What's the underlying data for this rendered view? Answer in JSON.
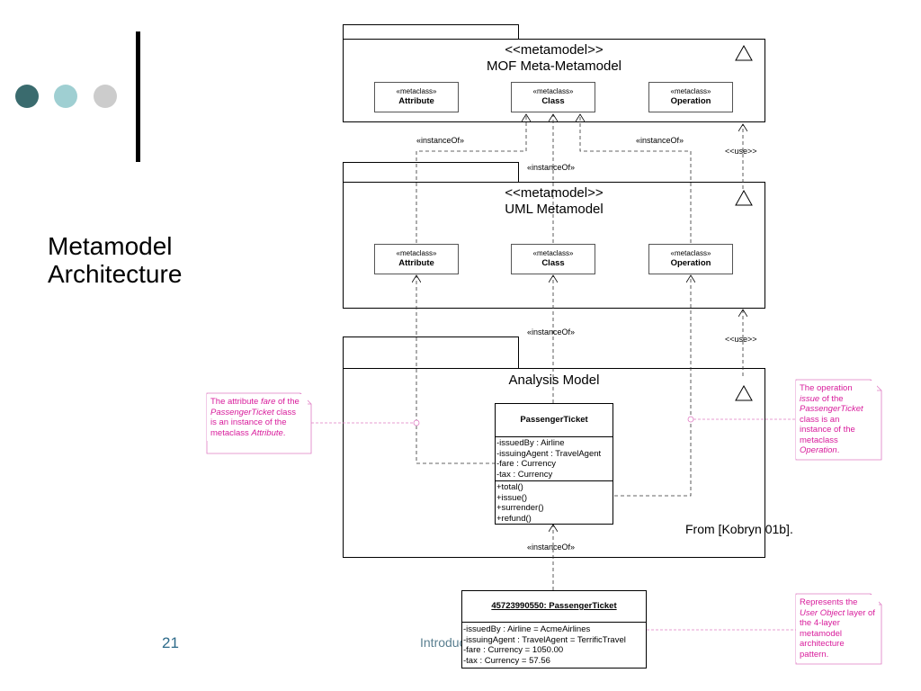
{
  "slide": {
    "title_line1": "Metamodel",
    "title_line2": "Architecture",
    "page_number": "21",
    "footer_text": "Introduc",
    "source_text": "From [Kobryn 01b].",
    "colors": {
      "dot1": "#3a6b6e",
      "dot2": "#9fcfd2",
      "dot3": "#cccccc",
      "note": "#d81b9b"
    }
  },
  "mof": {
    "stereotype": "<<metamodel>>",
    "name": "MOF Meta-Metamodel",
    "classes": [
      {
        "stereotype": "«metaclass»",
        "name": "Attribute"
      },
      {
        "stereotype": "«metaclass»",
        "name": "Class"
      },
      {
        "stereotype": "«metaclass»",
        "name": "Operation"
      }
    ]
  },
  "uml": {
    "stereotype": "<<metamodel>>",
    "name": "UML Metamodel",
    "classes": [
      {
        "stereotype": "«metaclass»",
        "name": "Attribute"
      },
      {
        "stereotype": "«metaclass»",
        "name": "Class"
      },
      {
        "stereotype": "«metaclass»",
        "name": "Operation"
      }
    ]
  },
  "labels": {
    "instance_of": "«instanceOf»",
    "use": "<<use>>"
  },
  "analysis": {
    "name": "Analysis Model",
    "class_name": "PassengerTicket",
    "attributes": [
      "-issuedBy : Airline",
      "-issuingAgent : TravelAgent",
      "-fare : Currency",
      "-tax : Currency"
    ],
    "operations": [
      "+total()",
      "+issue()",
      "+surrender()",
      "+refund()"
    ]
  },
  "object": {
    "name": "45723990550: PassengerTicket",
    "slots": [
      "-issuedBy : Airline = AcmeAirlines",
      "-issuingAgent : TravelAgent = TerrificTravel",
      "-fare : Currency = 1050.00",
      "-tax : Currency = 57.56"
    ]
  },
  "notes": {
    "left": {
      "a": "The attribute ",
      "b": "fare",
      "c": " of the ",
      "d": "PassengerTicket",
      "e": " class is an instance of the metaclass ",
      "f": "Attribute",
      "g": "."
    },
    "right": {
      "a": "The operation ",
      "b": "issue",
      "c": " of the ",
      "d": "PassengerTicket",
      "e": " class is an instance of the metaclass ",
      "f": "Operation",
      "g": "."
    },
    "bottom": {
      "a": "Represents the ",
      "b": "User Object",
      "c": " layer of the 4-layer metamodel architecture pattern."
    }
  }
}
